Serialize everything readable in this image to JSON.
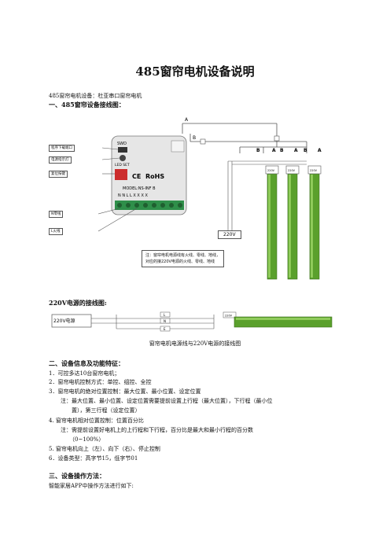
{
  "title": "485窗帘电机设备说明",
  "intro": "485窗帘电机设备：杜亚串口窗帘电机",
  "section1": {
    "heading": "一、485窗帘设备接线图："
  },
  "diagram1": {
    "wire_a": "A",
    "wire_b": "B",
    "labels": {
      "download_port": "程序下载端口",
      "power_led": "电源指示灯",
      "reset_btn": "复位按键",
      "n_zero": "N零线",
      "l_fire": "L火线",
      "voltage": "220V",
      "swd": "SWD",
      "led_set": "LED SET",
      "model": "MODEL:NS-INF B",
      "terminals": "N N L L X X X X",
      "rohs": "RoHS",
      "ce": "CE"
    },
    "motor_ab": [
      "B",
      "A",
      "B",
      "A",
      "B",
      "A"
    ],
    "motor_tag": "220V",
    "note_lines": [
      "注：窗帘电机电源线有火线、零线、地线，",
      "对应的接220V电源的火线、零线、地线"
    ]
  },
  "section220": {
    "heading": "220V电源的接线图:",
    "power_label": "220V电源",
    "wires": [
      "L",
      "N",
      "E"
    ],
    "motor_tag": "220V",
    "caption": "窗帘电机电源线与220V电源的接线图"
  },
  "section2": {
    "heading": "二、设备信息及功能特征：",
    "lines": [
      "1．可控多达10台窗帘电机；",
      "2．窗帘电机控制方式：单控、组控、全控",
      "3．窗帘电机的绝对位置控制：最大位置、最小位置、设定位置",
      "注：最大位置、最小位置、设定位置需要提前设置上行程（最大位置），下行程（最小位",
      "置），第三行程（设定位置）",
      "4. 窗帘电机相对位置控制：位置百分比",
      "注：需提前设置好电机上的上行程和下行程，百分比是最大和最小行程的百分数",
      "（0~100%）",
      "5. 窗帘电机向上（左）、向下（右）、停止控制",
      "6．设备类型：高字节15，低字节01"
    ]
  },
  "section3": {
    "heading": "三、设备操作方法：",
    "line": "智能家居APP中操作方法进行如下:"
  }
}
